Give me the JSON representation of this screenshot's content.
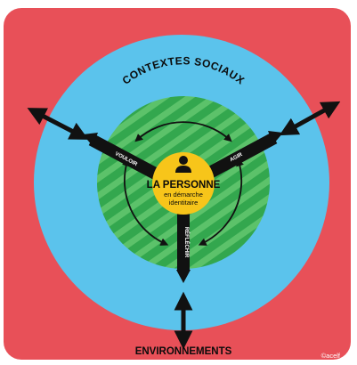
{
  "diagram": {
    "outer_label": "CONTEXTES SOCIAUX",
    "bottom_label": "ENVIRONNEMENTS",
    "center": {
      "title": "LA PERSONNE",
      "subtitle_line1": "en démarche",
      "subtitle_line2": "identitaire",
      "icon": "person-icon"
    },
    "axes": {
      "left": "VOULOIR",
      "right": "AGIR",
      "bottom": "RÉFLÉCHIR"
    },
    "credit": "©acelf"
  },
  "colors": {
    "background": "#e85058",
    "social_context": "#5bc3ec",
    "inner_zone": "#33a74e",
    "inner_stripe": "#5cc26a",
    "center": "#f7c51a",
    "arrows": "#111111",
    "text": "#0b0b0b"
  }
}
